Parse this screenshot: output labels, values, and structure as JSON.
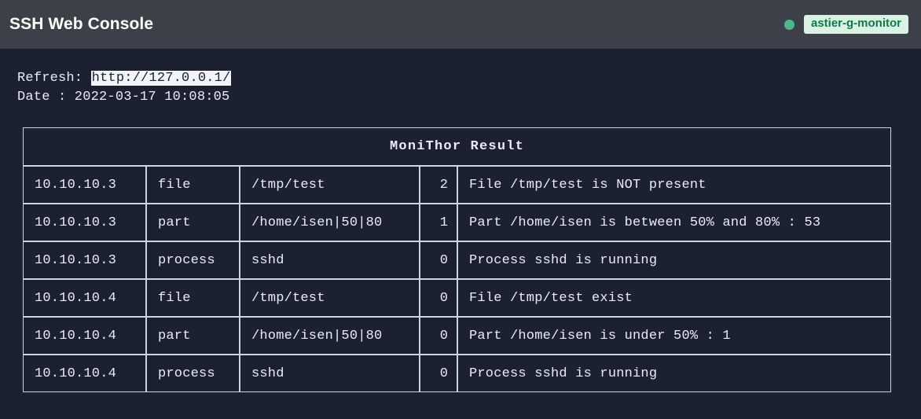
{
  "appbar": {
    "title": "SSH Web Console",
    "status_dot_color": "#4cb88a",
    "host_badge": "astier-g-monitor",
    "badge_bg": "#d9f2e4",
    "badge_fg": "#0f7a42",
    "bar_bg": "#3d4049"
  },
  "info": {
    "refresh_label": "Refresh: ",
    "refresh_url": "http://127.0.0.1/",
    "date_line": "Date : 2022-03-17 10:08:05"
  },
  "table": {
    "caption": "MoniThor Result",
    "rows": [
      {
        "host": "10.10.10.3",
        "type": "file",
        "arg": "/tmp/test",
        "code": "2",
        "message": "File /tmp/test is NOT present"
      },
      {
        "host": "10.10.10.3",
        "type": "part",
        "arg": "/home/isen|50|80",
        "code": "1",
        "message": "Part /home/isen is between 50% and 80% : 53"
      },
      {
        "host": "10.10.10.3",
        "type": "process",
        "arg": "sshd",
        "code": "0",
        "message": "Process sshd is running"
      },
      {
        "host": "10.10.10.4",
        "type": "file",
        "arg": "/tmp/test",
        "code": "0",
        "message": "File /tmp/test exist"
      },
      {
        "host": "10.10.10.4",
        "type": "part",
        "arg": "/home/isen|50|80",
        "code": "0",
        "message": "Part /home/isen is under 50% : 1"
      },
      {
        "host": "10.10.10.4",
        "type": "process",
        "arg": "sshd",
        "code": "0",
        "message": "Process sshd is running"
      }
    ]
  },
  "colors": {
    "page_bg": "#1b2130",
    "table_border": "#c8d4e2",
    "text": "#e8edf5"
  }
}
